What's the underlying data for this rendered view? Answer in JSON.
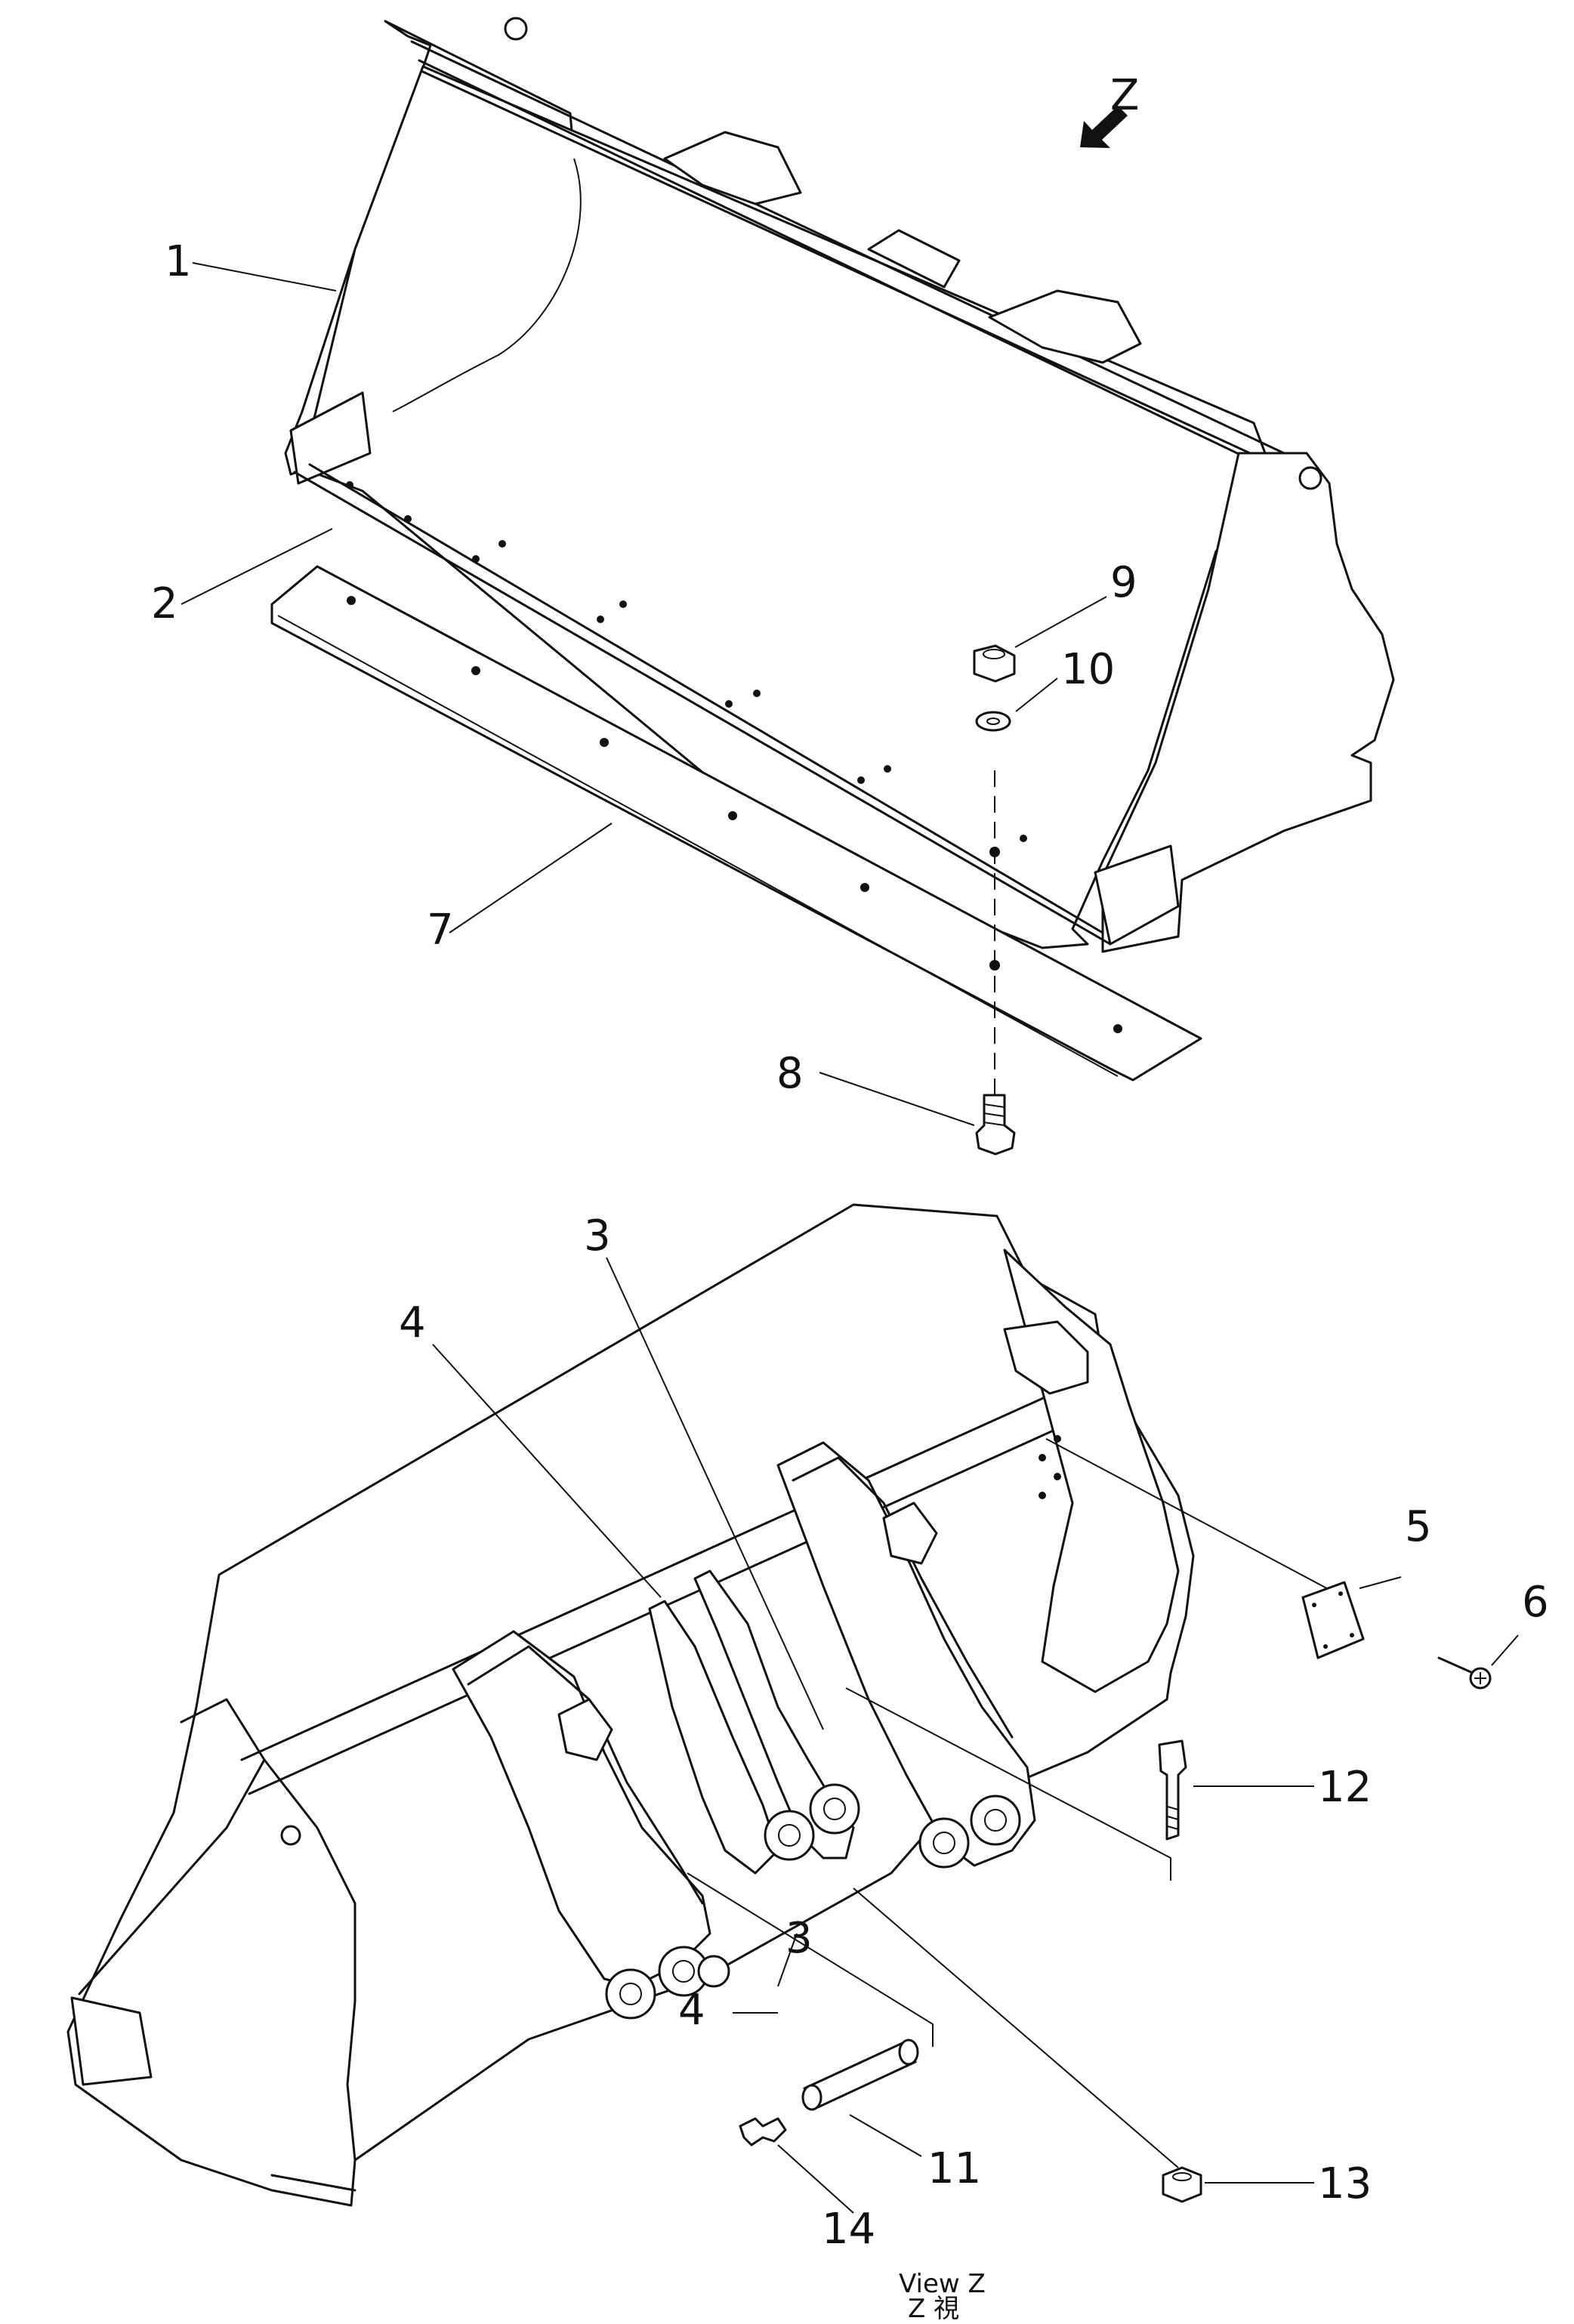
{
  "diagram": {
    "view_letter": "Z",
    "callouts": {
      "c1": "1",
      "c2": "2",
      "c3a": "3",
      "c3b": "3",
      "c4a": "4",
      "c4b": "4",
      "c5": "5",
      "c6": "6",
      "c7": "7",
      "c8": "8",
      "c9": "9",
      "c10": "10",
      "c11": "11",
      "c12": "12",
      "c13": "13",
      "c14": "14"
    },
    "caption": {
      "line1": "View Z",
      "line2": "Z 視"
    }
  }
}
